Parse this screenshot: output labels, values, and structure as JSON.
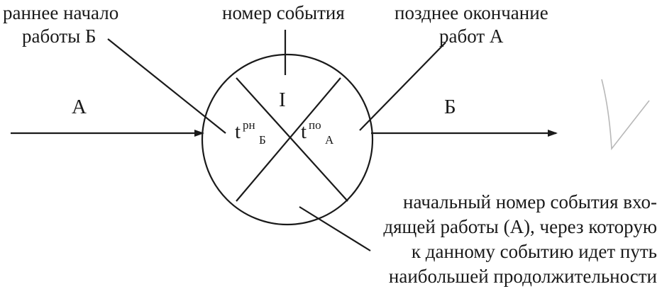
{
  "labels": {
    "early_start_line1": "раннее начало",
    "early_start_line2": "работы Б",
    "event_number": "номер события",
    "late_finish_line1": "позднее окончание",
    "late_finish_line2": "работ А",
    "work_a": "А",
    "work_b": "Б",
    "event_numeral": "I",
    "bottom_line1": "начальный номер события вхо-",
    "bottom_line2": "дящей работы (А), через которую",
    "bottom_line3": "к данному событию идет путь",
    "bottom_line4": "наибольшей продолжительности"
  },
  "formulas": {
    "left_base": "t",
    "left_sup": "рн",
    "left_sub": "Б",
    "right_base": "t",
    "right_sup": "по",
    "right_sub": "А"
  }
}
